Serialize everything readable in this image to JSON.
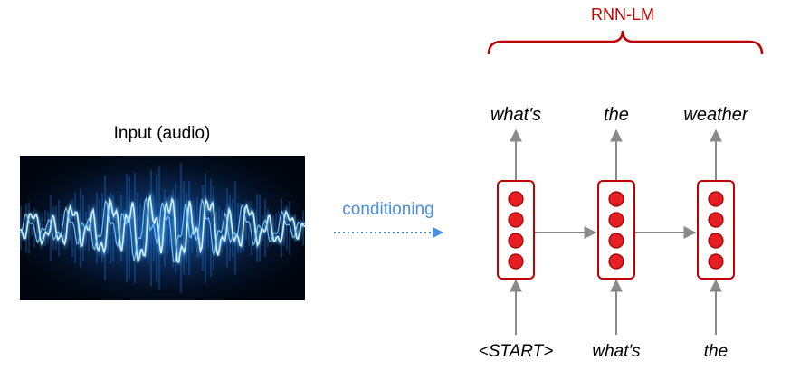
{
  "input_label": "Input (audio)",
  "conditioning_label": "conditioning",
  "model_label": "RNN-LM",
  "outputs": [
    "what's",
    "the",
    "weather"
  ],
  "inputs": [
    "<START>",
    "what's",
    "the"
  ],
  "colors": {
    "brand_red": "#c00000",
    "node_fill": "#e81e25",
    "arrow_gray": "#8a8a8a",
    "conditioning_blue": "#4a8fe0",
    "text": "#000000"
  }
}
